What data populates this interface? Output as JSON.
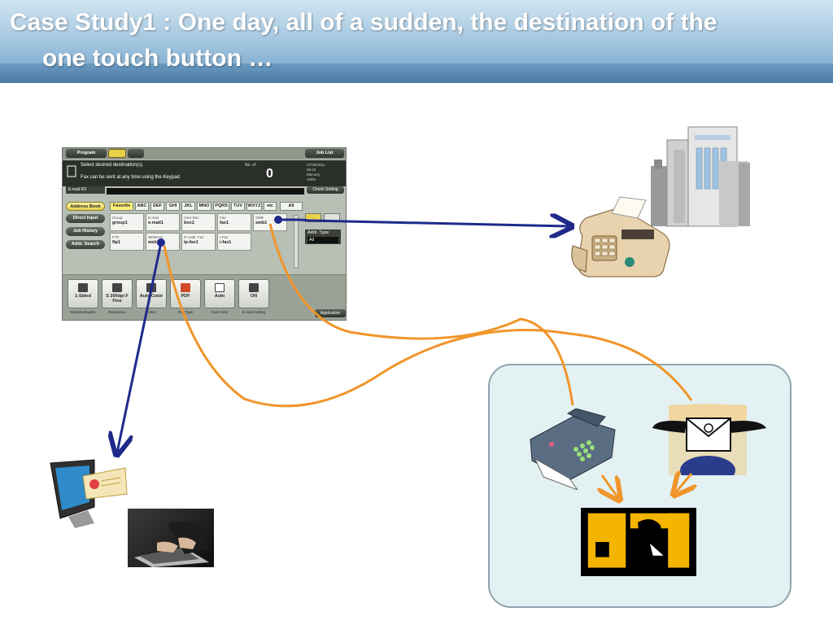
{
  "slide": {
    "title_line1": "Case Study1 : One day, all of a sudden, the destination of the",
    "title_line2": "one touch button …"
  },
  "panel": {
    "top_buttons": {
      "program": "Program",
      "job_list": "Job List"
    },
    "status": {
      "message1": "Select desired destination(s).",
      "message2": "Fax can be sent at any time using the Keypad.",
      "no_of_label": "No. of",
      "count": "0",
      "info_date": "07/29/2011",
      "info_time": "08:15",
      "info_memory_label": "Memory",
      "info_memory_value": "100%"
    },
    "email_rx": "E-mail RX",
    "check_setting": "Check Setting",
    "side_buttons": [
      "Address Book",
      "Direct Input",
      "Job History",
      "Addr. Search"
    ],
    "tabs": [
      "Favorite",
      "ABC",
      "DEF",
      "GHI",
      "JKL",
      "MNO",
      "PQRS",
      "TUV",
      "WXYZ",
      "etc",
      "All"
    ],
    "destinations": [
      {
        "type": "Group",
        "name": "group1"
      },
      {
        "type": "E-mail",
        "name": "e-mail1"
      },
      {
        "type": "User Box",
        "name": "box1"
      },
      {
        "type": "Fax",
        "name": "fax1"
      },
      {
        "type": "SMB",
        "name": "smb1"
      },
      {
        "type": "FTP",
        "name": "ftp1"
      },
      {
        "type": "WebDAV",
        "name": "web1"
      },
      {
        "type": "IP Addr. Fax",
        "name": "ip-fax1"
      },
      {
        "type": "I-Fax",
        "name": "i-fax1"
      }
    ],
    "addr_type_label": "Addr. Type",
    "addr_type_value": "All",
    "function_buttons": [
      {
        "value": "1-Sided",
        "label": "Simplex/Duplex"
      },
      {
        "value": "S 200dpi F Fine",
        "label": "Resolution"
      },
      {
        "value": "Auto Color",
        "label": "Color"
      },
      {
        "value": "PDF",
        "label": "File Type"
      },
      {
        "value": "Auto",
        "label": "Scan Size"
      },
      {
        "value": "ON",
        "label": "E-mail Setting"
      }
    ],
    "application": "Application"
  },
  "colors": {
    "header_blue": "#8fb8d8",
    "arrow_navy": "#1e2a8a",
    "arrow_orange": "#f0952a",
    "office_bg": "#e3f1f3",
    "office_border": "#8fa5ae"
  },
  "icons": {
    "building": "office-building-icon",
    "fax_machine": "fax-machine-icon",
    "computer": "computer-monitor-icon",
    "laptop_photo": "laptop-typing-photo",
    "office_fax": "office-fax-icon",
    "winged_email": "winged-email-icon",
    "office_worker": "office-worker-icon"
  }
}
